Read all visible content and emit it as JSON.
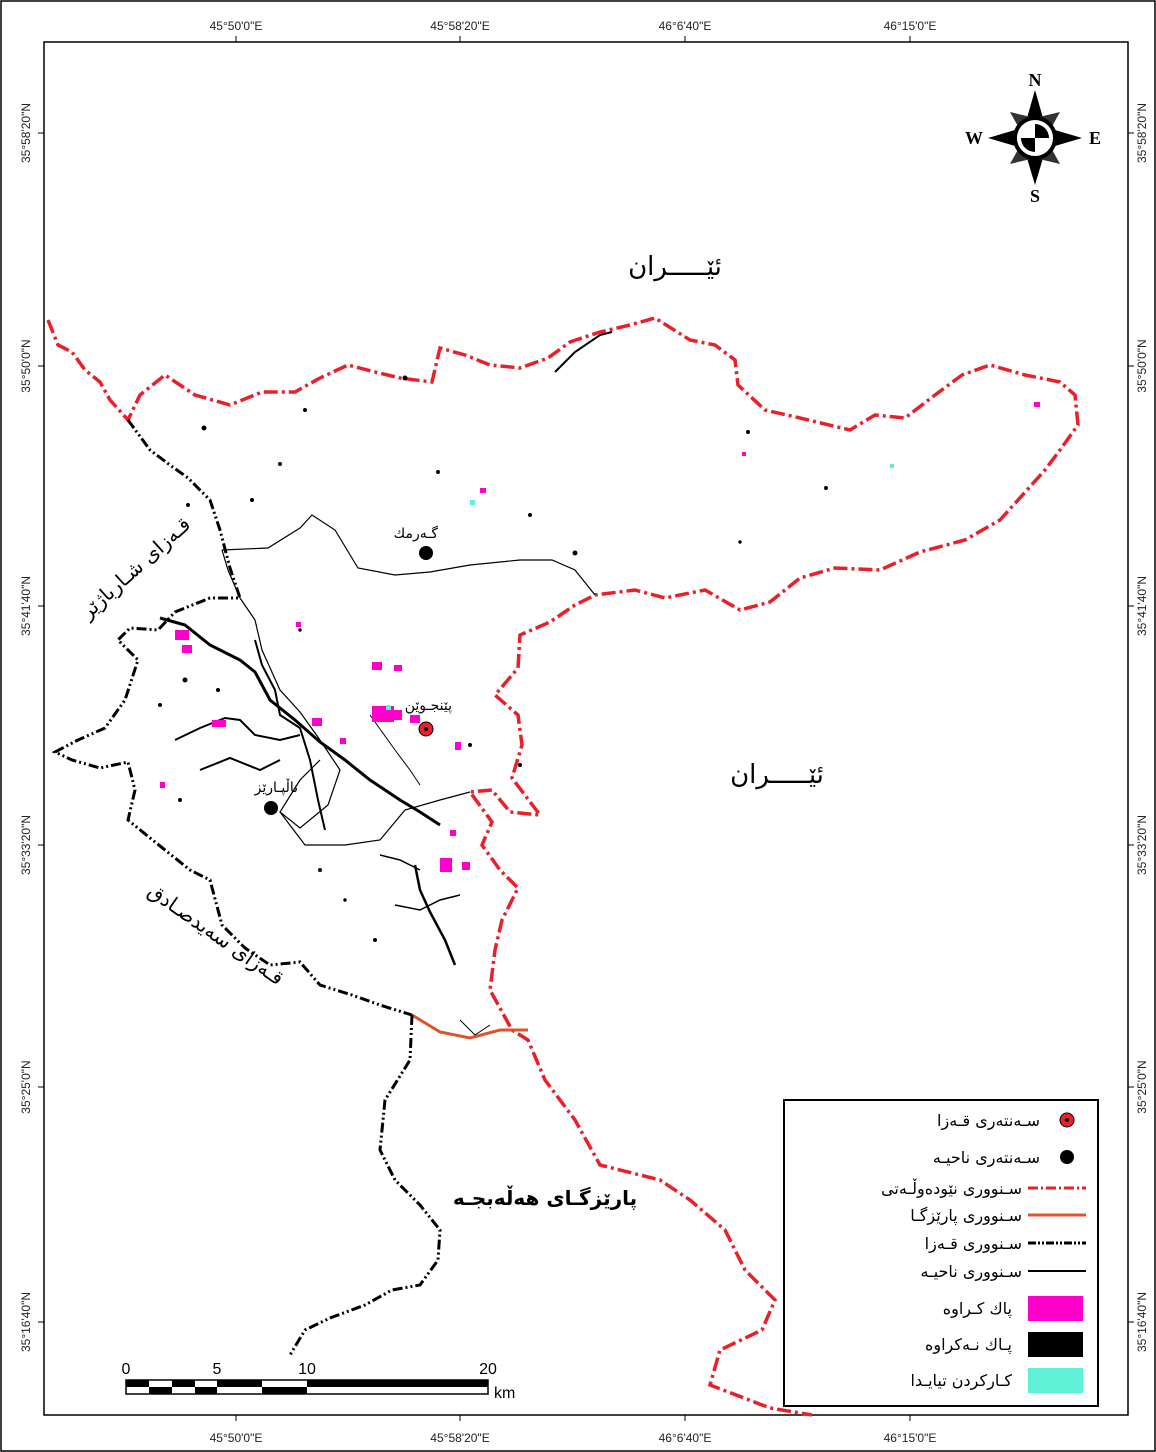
{
  "map": {
    "top_ticks": [
      "45°50'0\"E",
      "45°58'20\"E",
      "46°6'40\"E",
      "46°15'0\"E"
    ],
    "bottom_ticks": [
      "45°50'0\"E",
      "45°58'20\"E",
      "46°6'40\"E",
      "46°15'0\"E"
    ],
    "left_ticks": [
      "35°58'20\"N",
      "35°50'0\"N",
      "35°41'40\"N",
      "35°33'20\"N",
      "35°25'0\"N",
      "35°16'40\"N"
    ],
    "right_ticks": [
      "35°58'20\"N",
      "35°50'0\"N",
      "35°41'40\"N",
      "35°33'20\"N",
      "35°25'0\"N",
      "35°16'40\"N"
    ],
    "regions": {
      "iran_north": "ئێـــــران",
      "iran_east": "ئێـــــران",
      "sharbazher": "قـەزای شـارباژێر",
      "saidsadiq": "قـەزای سەیدصـادق",
      "halabja": "پارێزگـای هەڵەبجـە"
    },
    "towns": {
      "garmak": "گـەرمك",
      "penjwen": "پێنجـوێن",
      "nalparez": "ناڵپـارێز"
    },
    "compass": {
      "n": "N",
      "s": "S",
      "e": "E",
      "w": "W"
    },
    "scale": {
      "labels": [
        "0",
        "5",
        "10",
        "20"
      ],
      "unit": "km"
    },
    "legend": [
      {
        "label": "سـەنتەری قـەزا",
        "symbol": "district-center",
        "color": "#e8202a"
      },
      {
        "label": "سـەنتەری ناحیـە",
        "symbol": "subdistrict-center",
        "color": "#000000"
      },
      {
        "label": "سـنووری نێودەوڵـەتی",
        "symbol": "international-border",
        "color": "#e8202a"
      },
      {
        "label": "سـنووری پارێزگـا",
        "symbol": "governorate-border",
        "color": "#e0522a"
      },
      {
        "label": "سـنووری قـەزا",
        "symbol": "district-border",
        "color": "#000000"
      },
      {
        "label": "سـنووری ناحیـە",
        "symbol": "subdistrict-border",
        "color": "#000000"
      },
      {
        "label": "پاك كـراوە",
        "symbol": "cleared",
        "color": "#ff00cc"
      },
      {
        "label": "پـاك نـەكراوە",
        "symbol": "not-cleared",
        "color": "#000000"
      },
      {
        "label": "كـاركردن تیایـدا",
        "symbol": "in-progress",
        "color": "#5ff0d8"
      }
    ]
  }
}
